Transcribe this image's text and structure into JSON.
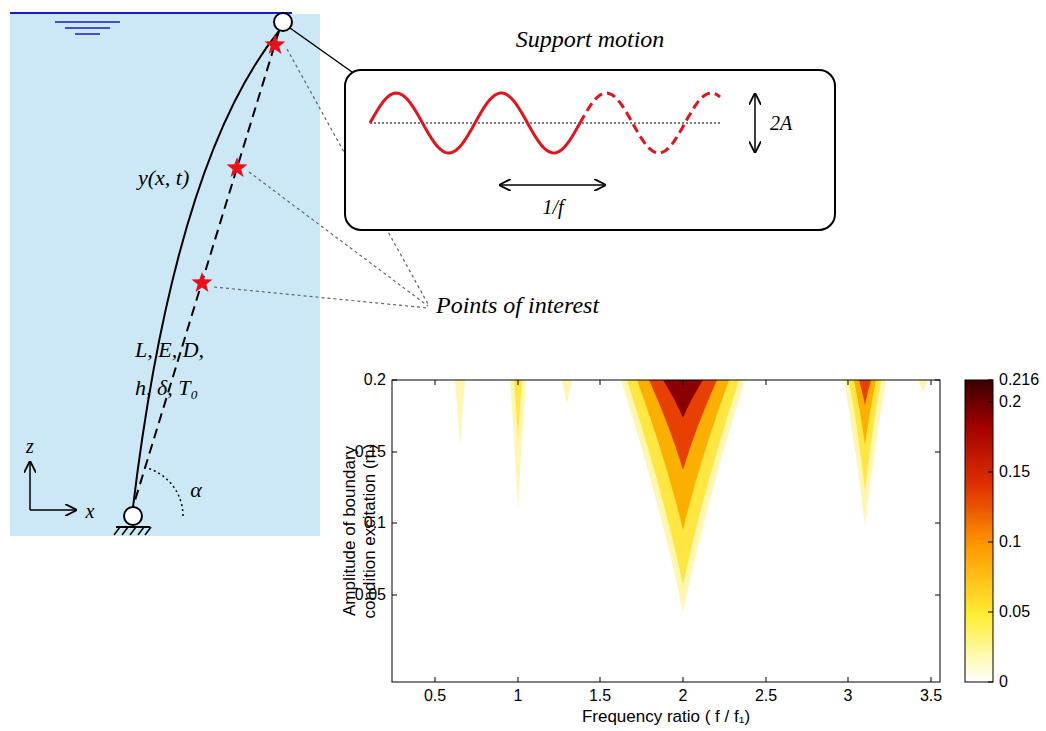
{
  "diagram": {
    "nodes": [
      {
        "text": [
          "Support motion"
        ]
      }
    ],
    "labels": [
      "y(x, t)",
      "L, E, D,",
      "h, δ, T₀",
      "z",
      "x",
      "α",
      "2A",
      "1/f",
      "Points of interest",
      "Amplitude of boundary condition excitation (m)",
      "Frequency ratio ( f / f₁)",
      "0.5",
      "1",
      "1.5",
      "2",
      "2.5",
      "3",
      "3.5",
      "0.2",
      "0.15",
      "0.1",
      "0.05",
      "0.216",
      "0.2",
      "0.15",
      "0.1",
      "0.05",
      "0"
    ]
  }
}
